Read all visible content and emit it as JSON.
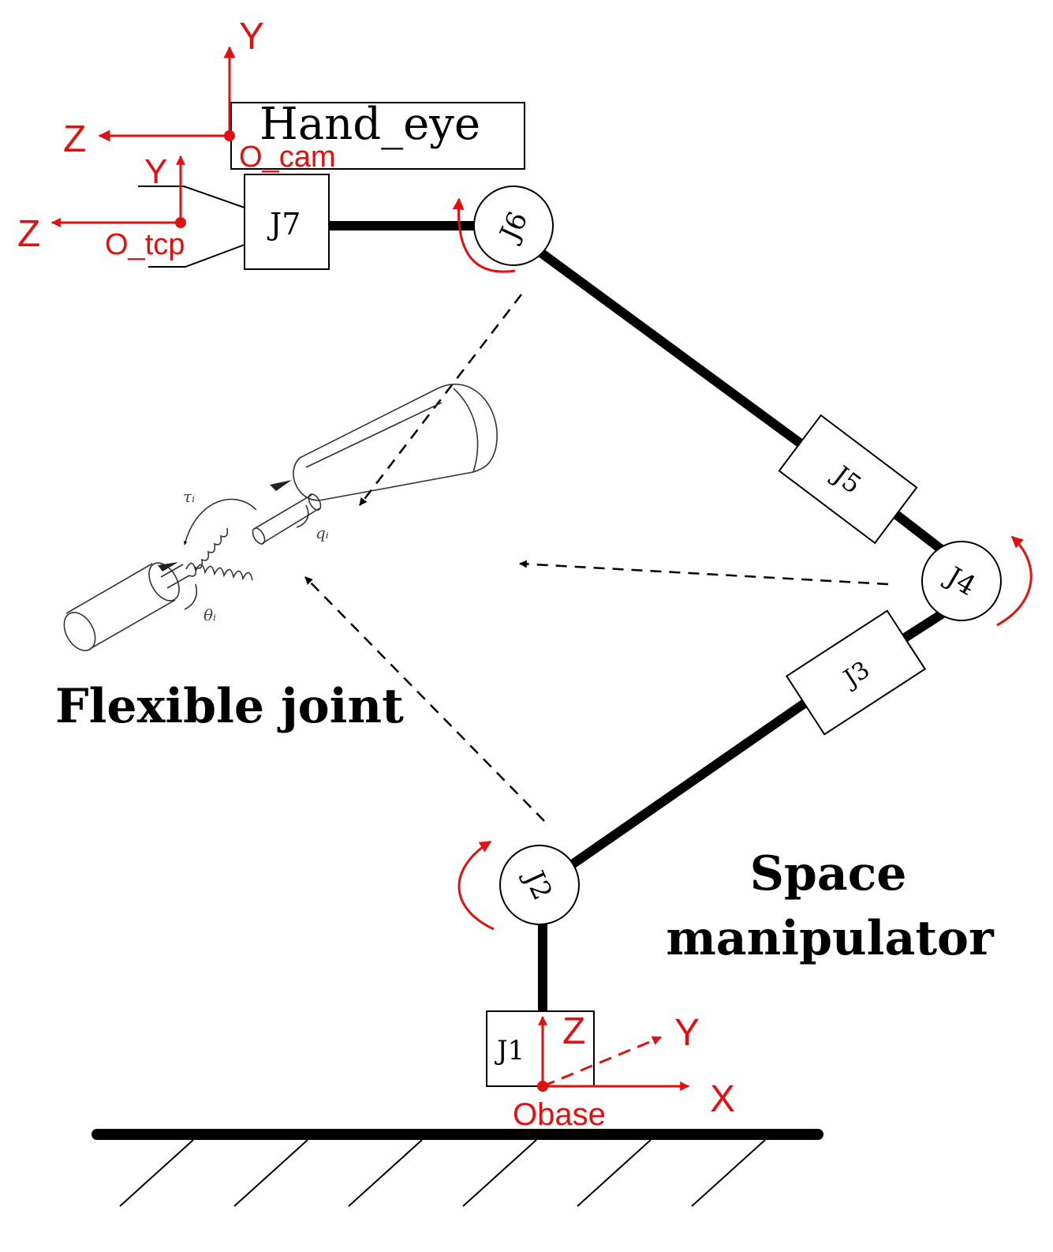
{
  "labels": {
    "hand_eye": "Hand_eye",
    "o_cam": "O_cam",
    "o_tcp": "O_tcp",
    "obase": "Obase",
    "flexible_joint": "Flexible joint",
    "space_manipulator_line1": "Space",
    "space_manipulator_line2": "manipulator"
  },
  "joints": {
    "j1": "J1",
    "j2": "J2",
    "j3": "J3",
    "j4": "J4",
    "j5": "J5",
    "j6": "J6",
    "j7": "J7"
  },
  "axes": {
    "cam_y": "Y",
    "cam_z": "Z",
    "tcp_y": "Y",
    "tcp_z": "Z",
    "base_z": "Z",
    "base_y": "Y",
    "base_x": "X"
  },
  "flex_symbols": {
    "tau": "τᵢ",
    "q": "qᵢ",
    "theta": "θᵢ"
  },
  "colors": {
    "frame_red": "#e31010",
    "ink": "#000000"
  }
}
